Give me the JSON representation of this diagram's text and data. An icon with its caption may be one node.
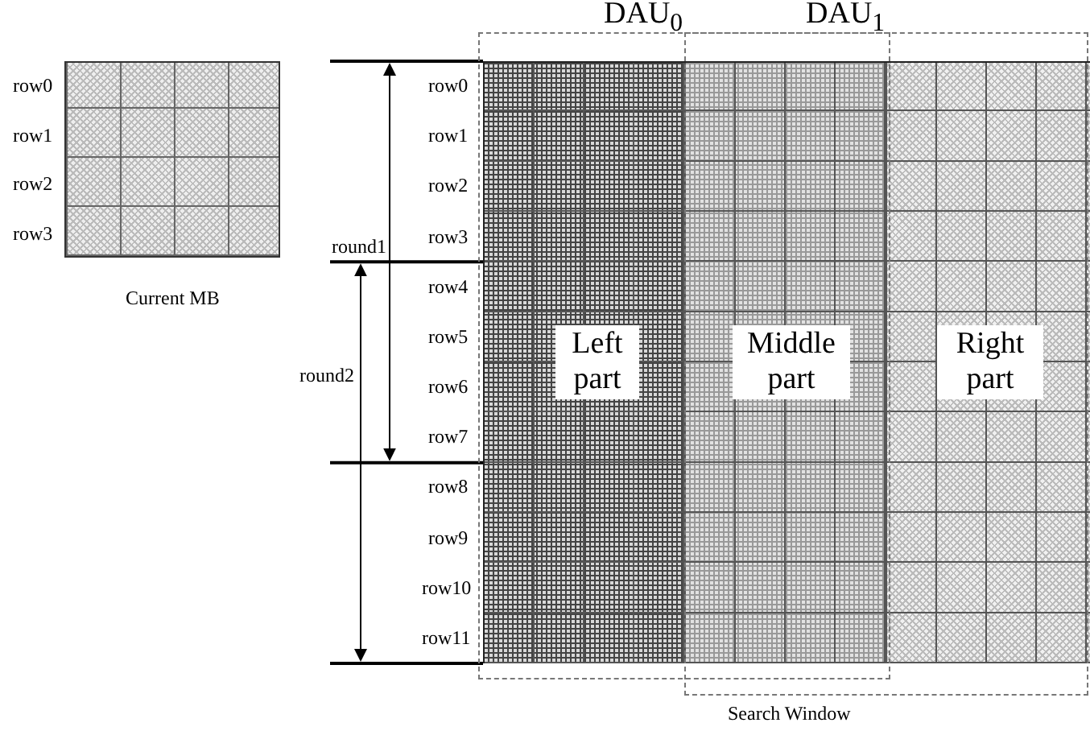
{
  "diagram": {
    "nodes": [
      {
        "text": [
          "Current MB"
        ]
      },
      {
        "text": [
          "DAU$_{0}$"
        ]
      },
      {
        "text": [
          "DAU$_{1}$"
        ]
      },
      {
        "text": [
          "Left part"
        ],
        "in": 1
      },
      {
        "text": [
          "Middle part"
        ]
      },
      {
        "text": [
          "Right part"
        ],
        "in": 2
      }
    ],
    "edges": [],
    "labels": [
      "row0",
      "row1",
      "row2",
      "row3",
      "row0",
      "row1",
      "row2",
      "row3",
      "row4",
      "row5",
      "row6",
      "row7",
      "row8",
      "row9",
      "row10",
      "row11",
      "round1",
      "round2",
      "Search Window"
    ]
  }
}
